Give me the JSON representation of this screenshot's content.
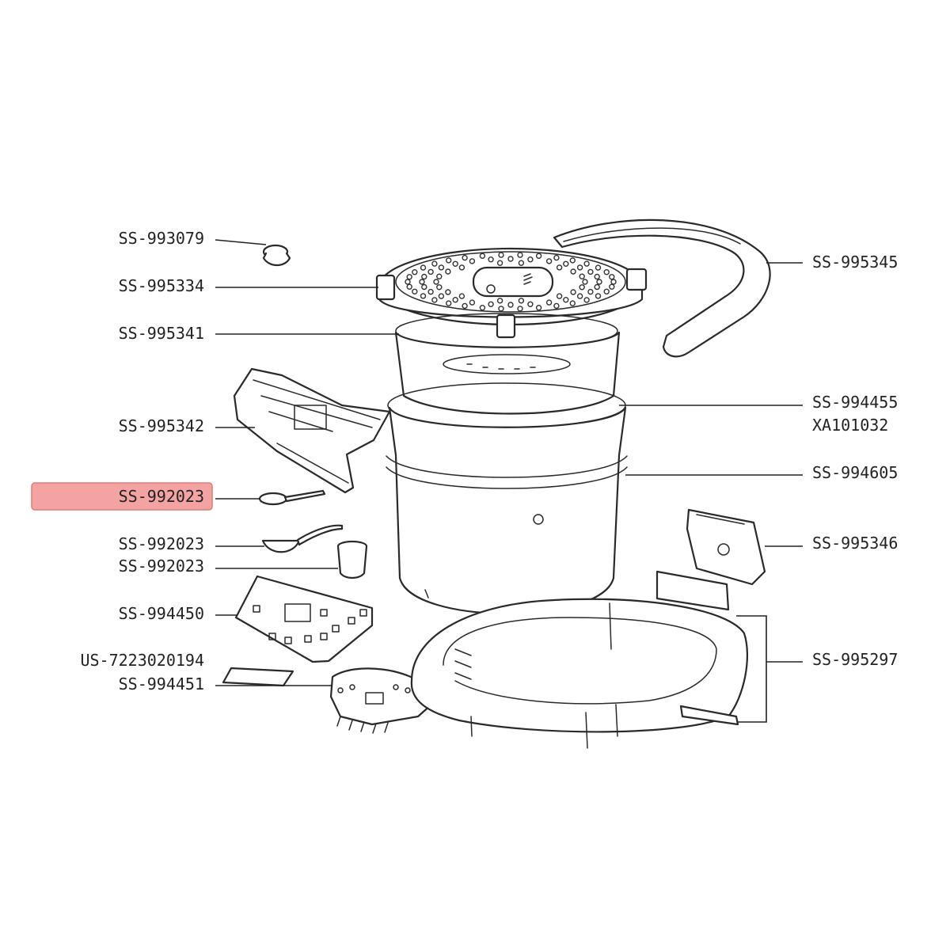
{
  "highlight_color": "#f4a3a3",
  "highlight_border": "#e07a7a",
  "labels": {
    "l_993079": "SS-993079",
    "l_995334": "SS-995334",
    "l_995341": "SS-995341",
    "l_995342": "SS-995342",
    "l_992023_spoon": "SS-992023",
    "l_992023_ladle": "SS-992023",
    "l_992023_cup": "SS-992023",
    "l_994450": "SS-994450",
    "l_7223020194": "US-7223020194",
    "l_994451": "SS-994451",
    "l_995345": "SS-995345",
    "l_994455": "SS-994455",
    "l_xa101032": "XA101032",
    "l_994605": "SS-994605",
    "l_995346": "SS-995346",
    "l_995297": "SS-995297"
  },
  "icons": {
    "knob": "knob-icon",
    "lid": "steam-lid-icon",
    "basket": "steamer-basket-icon",
    "bowl": "inner-bowl-icon",
    "handle": "carry-handle-icon",
    "hinge": "hinge-bracket-icon",
    "spoon": "rice-spoon-icon",
    "ladle": "ladle-icon",
    "cup": "measuring-cup-icon",
    "pcb": "control-board-icon",
    "sticker": "label-sticker-icon",
    "panel": "control-panel-icon",
    "clip": "side-clip-icon",
    "base": "housing-base-icon"
  }
}
